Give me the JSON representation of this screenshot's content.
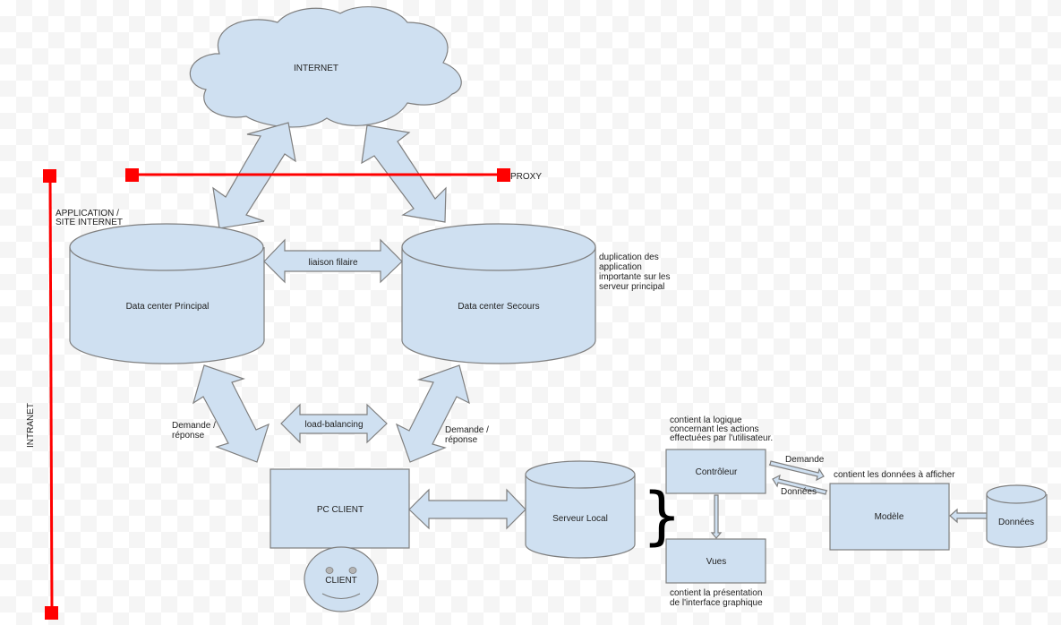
{
  "colors": {
    "shape_fill": "#cfe0f1",
    "shape_stroke": "#7f7f7f",
    "boundary_line": "#ff0000",
    "text": "#222222"
  },
  "labels": {
    "internet": "INTERNET",
    "proxy": "PROXY",
    "intranet": "INTRANET",
    "application_site": [
      "APPLICATION /",
      "SITE INTERNET"
    ],
    "dc_principal": "Data center Principal",
    "dc_secours": "Data center Secours",
    "liaison": "liaison filaire",
    "duplication_note": [
      "duplication des",
      "application",
      "importante sur les",
      "serveur principal"
    ],
    "load_balancing": "load-balancing",
    "demande_reponse_left": [
      "Demande /",
      "réponse"
    ],
    "demande_reponse_right": [
      "Demande /",
      "réponse"
    ],
    "pc_client": "PC CLIENT",
    "client": "CLIENT",
    "serveur_local": "Serveur Local",
    "controleur": "Contrôleur",
    "controleur_note": [
      "contient la logique",
      "concernant les actions",
      "effectuées par l'utilisateur."
    ],
    "vues": "Vues",
    "vues_note": [
      "contient la présentation",
      "de l'interface graphique"
    ],
    "modele": "Modèle",
    "modele_note": "contient les données à afficher",
    "demande": "Demande",
    "donnees_arrow": "Données",
    "donnees_db": "Données",
    "brace": "}"
  }
}
